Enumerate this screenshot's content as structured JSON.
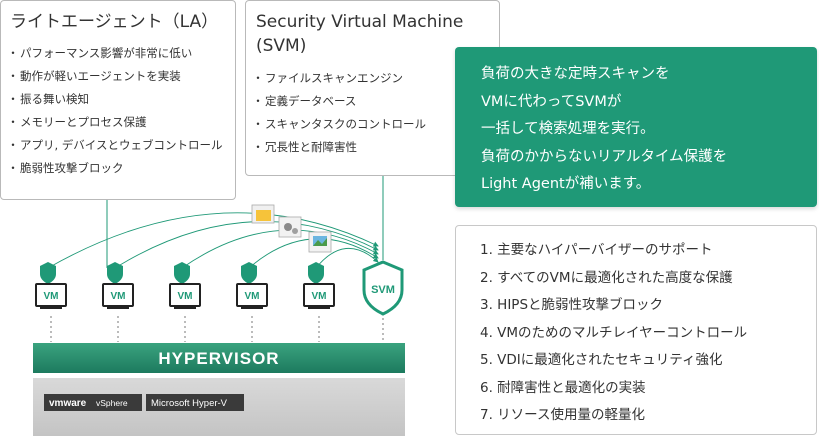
{
  "la_box": {
    "title": "ライトエージェント（LA）",
    "items": [
      "パフォーマンス影響が非常に低い",
      "動作が軽いエージェントを実装",
      "振る舞い検知",
      "メモリーとプロセス保護",
      "アプリ, デバイスとウェブコントロール",
      "脆弱性攻撃ブロック"
    ]
  },
  "svm_box": {
    "title": "Security Virtual Machine (SVM)",
    "items": [
      "ファイルスキャンエンジン",
      "定義データベース",
      "スキャンタスクのコントロール",
      "冗長性と耐障害性"
    ]
  },
  "green_box": {
    "lines": [
      "負荷の大きな定時スキャンを",
      "VMに代わってSVMが",
      "一括して検索処理を実行。",
      "負荷のかからないリアルタイム保護を",
      "Light Agentが補います。"
    ],
    "color": "#1f9977"
  },
  "features": [
    "1. 主要なハイパーバイザーのサポート",
    "2. すべてのVMに最適化された高度な保護",
    "3. HIPSと脆弱性攻撃ブロック",
    "4. VMのためのマルチレイヤーコントロール",
    "5. VDIに最適化されたセキュリティ強化",
    "6. 耐障害性と最適化の実装",
    "7. リソース使用量の軽量化"
  ],
  "vm_label": "VM",
  "svm_label": "SVM",
  "hypervisor_label": "HYPERVISOR",
  "platforms": {
    "vmware_brand": "vmware",
    "vmware_product": "vSphere",
    "microsoft": "Microsoft Hyper-V"
  },
  "bullet": "・",
  "colors": {
    "accent": "#1f9977",
    "dark_green": "#1d7a5e",
    "hypervisor_band": "#2a8a6b",
    "platform_gray": "#d0d0d0"
  }
}
